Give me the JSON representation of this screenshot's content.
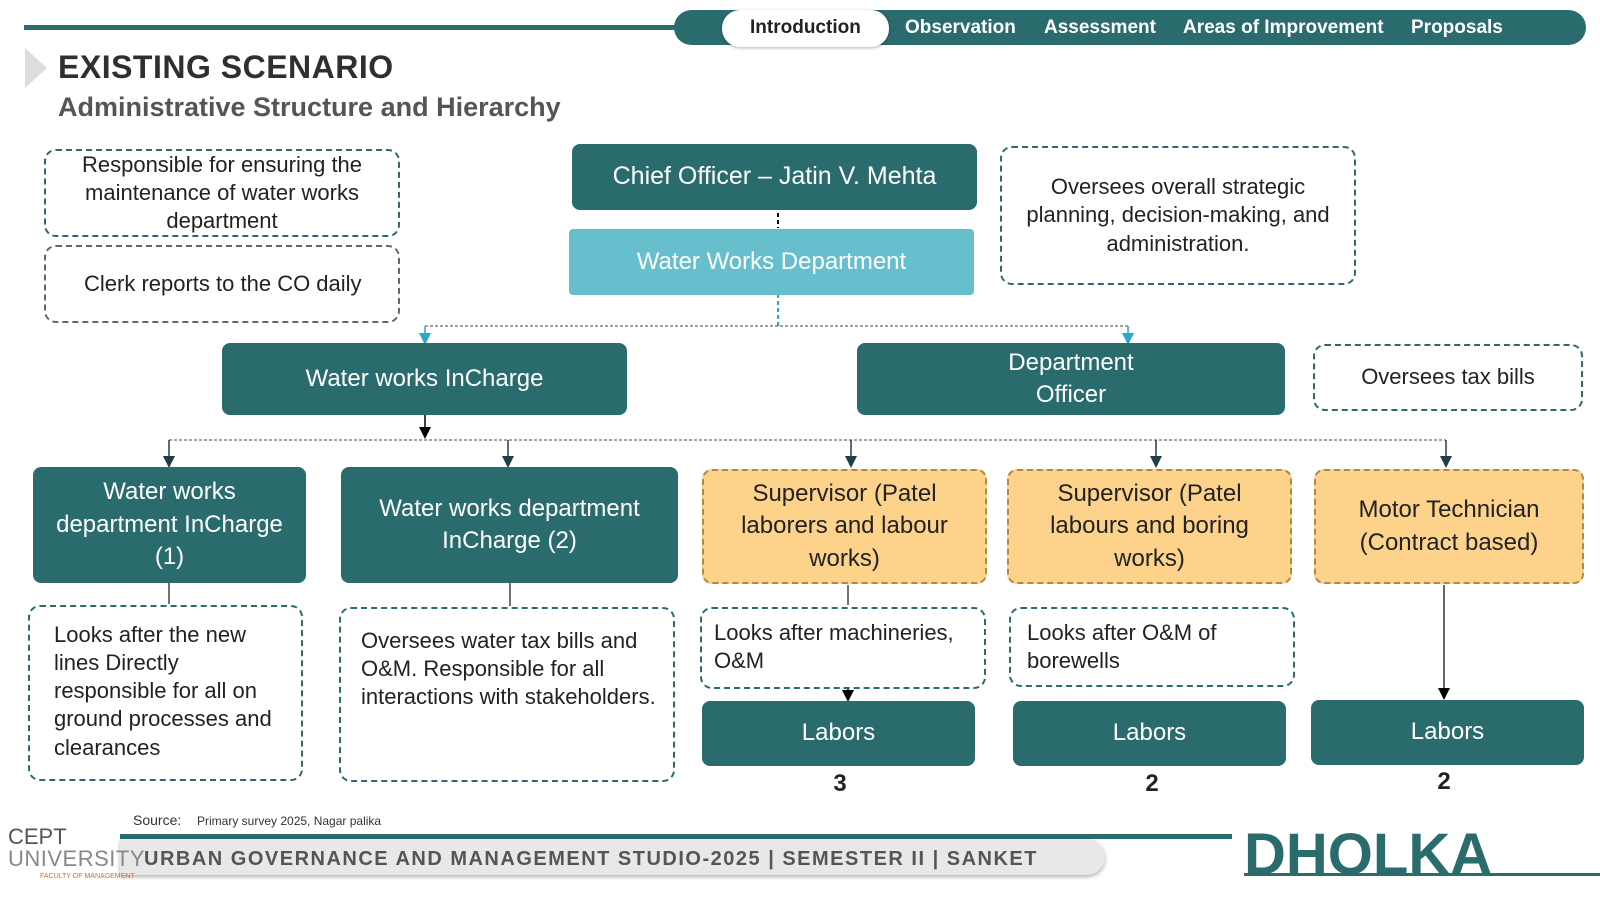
{
  "nav": {
    "tabs": [
      "Introduction",
      "Observation",
      "Assessment",
      "Areas of Improvement",
      "Proposals"
    ],
    "active": "Introduction"
  },
  "header": {
    "title": "EXISTING SCENARIO",
    "subtitle": "Administrative Structure and Hierarchy"
  },
  "chart": {
    "chief_officer": "Chief Officer – Jatin V. Mehta",
    "department": "Water Works Department",
    "incharge": "Water works InCharge",
    "dept_officer": "Department Officer",
    "wwd_incharge_1": "Water works department InCharge (1)",
    "wwd_incharge_2": "Water works department InCharge (2)",
    "supervisor_1": "Supervisor (Patel laborers and labour works)",
    "supervisor_2": "Supervisor (Patel labours and boring works)",
    "motor_technician": "Motor Technician (Contract based)",
    "labors_label": "Labors",
    "labor_counts": [
      "3",
      "2",
      "2"
    ]
  },
  "notes": {
    "maintenance": "Responsible for ensuring the maintenance of water works department",
    "clerk": "Clerk reports to the CO daily",
    "chief_role": "Oversees overall strategic planning, decision-making, and administration.",
    "tax_bills": "Oversees tax bills",
    "incharge1_role": "Looks after the new lines Directly responsible for all on ground processes and clearances",
    "incharge2_role": "Oversees water tax bills and O&M. Responsible for all interactions with stakeholders.",
    "supervisor1_role": "Looks after machineries, O&M",
    "supervisor2_role": "Looks after O&M of borewells"
  },
  "footer": {
    "source_label": "Source:",
    "source_value": "Primary survey 2025, Nagar palika",
    "studio": "URBAN GOVERNANCE  AND MANAGEMENT STUDIO-2025 | SEMESTER II | SANKET",
    "city": "DHOLKA",
    "logo_line1": "CEPT",
    "logo_line2": "UNIVERSITY",
    "logo_line3": "FACULTY OF MANAGEMENT"
  },
  "colors": {
    "primary": "#2a6b6e",
    "light": "#67bfcd",
    "supervisor": "#fdd38c"
  }
}
